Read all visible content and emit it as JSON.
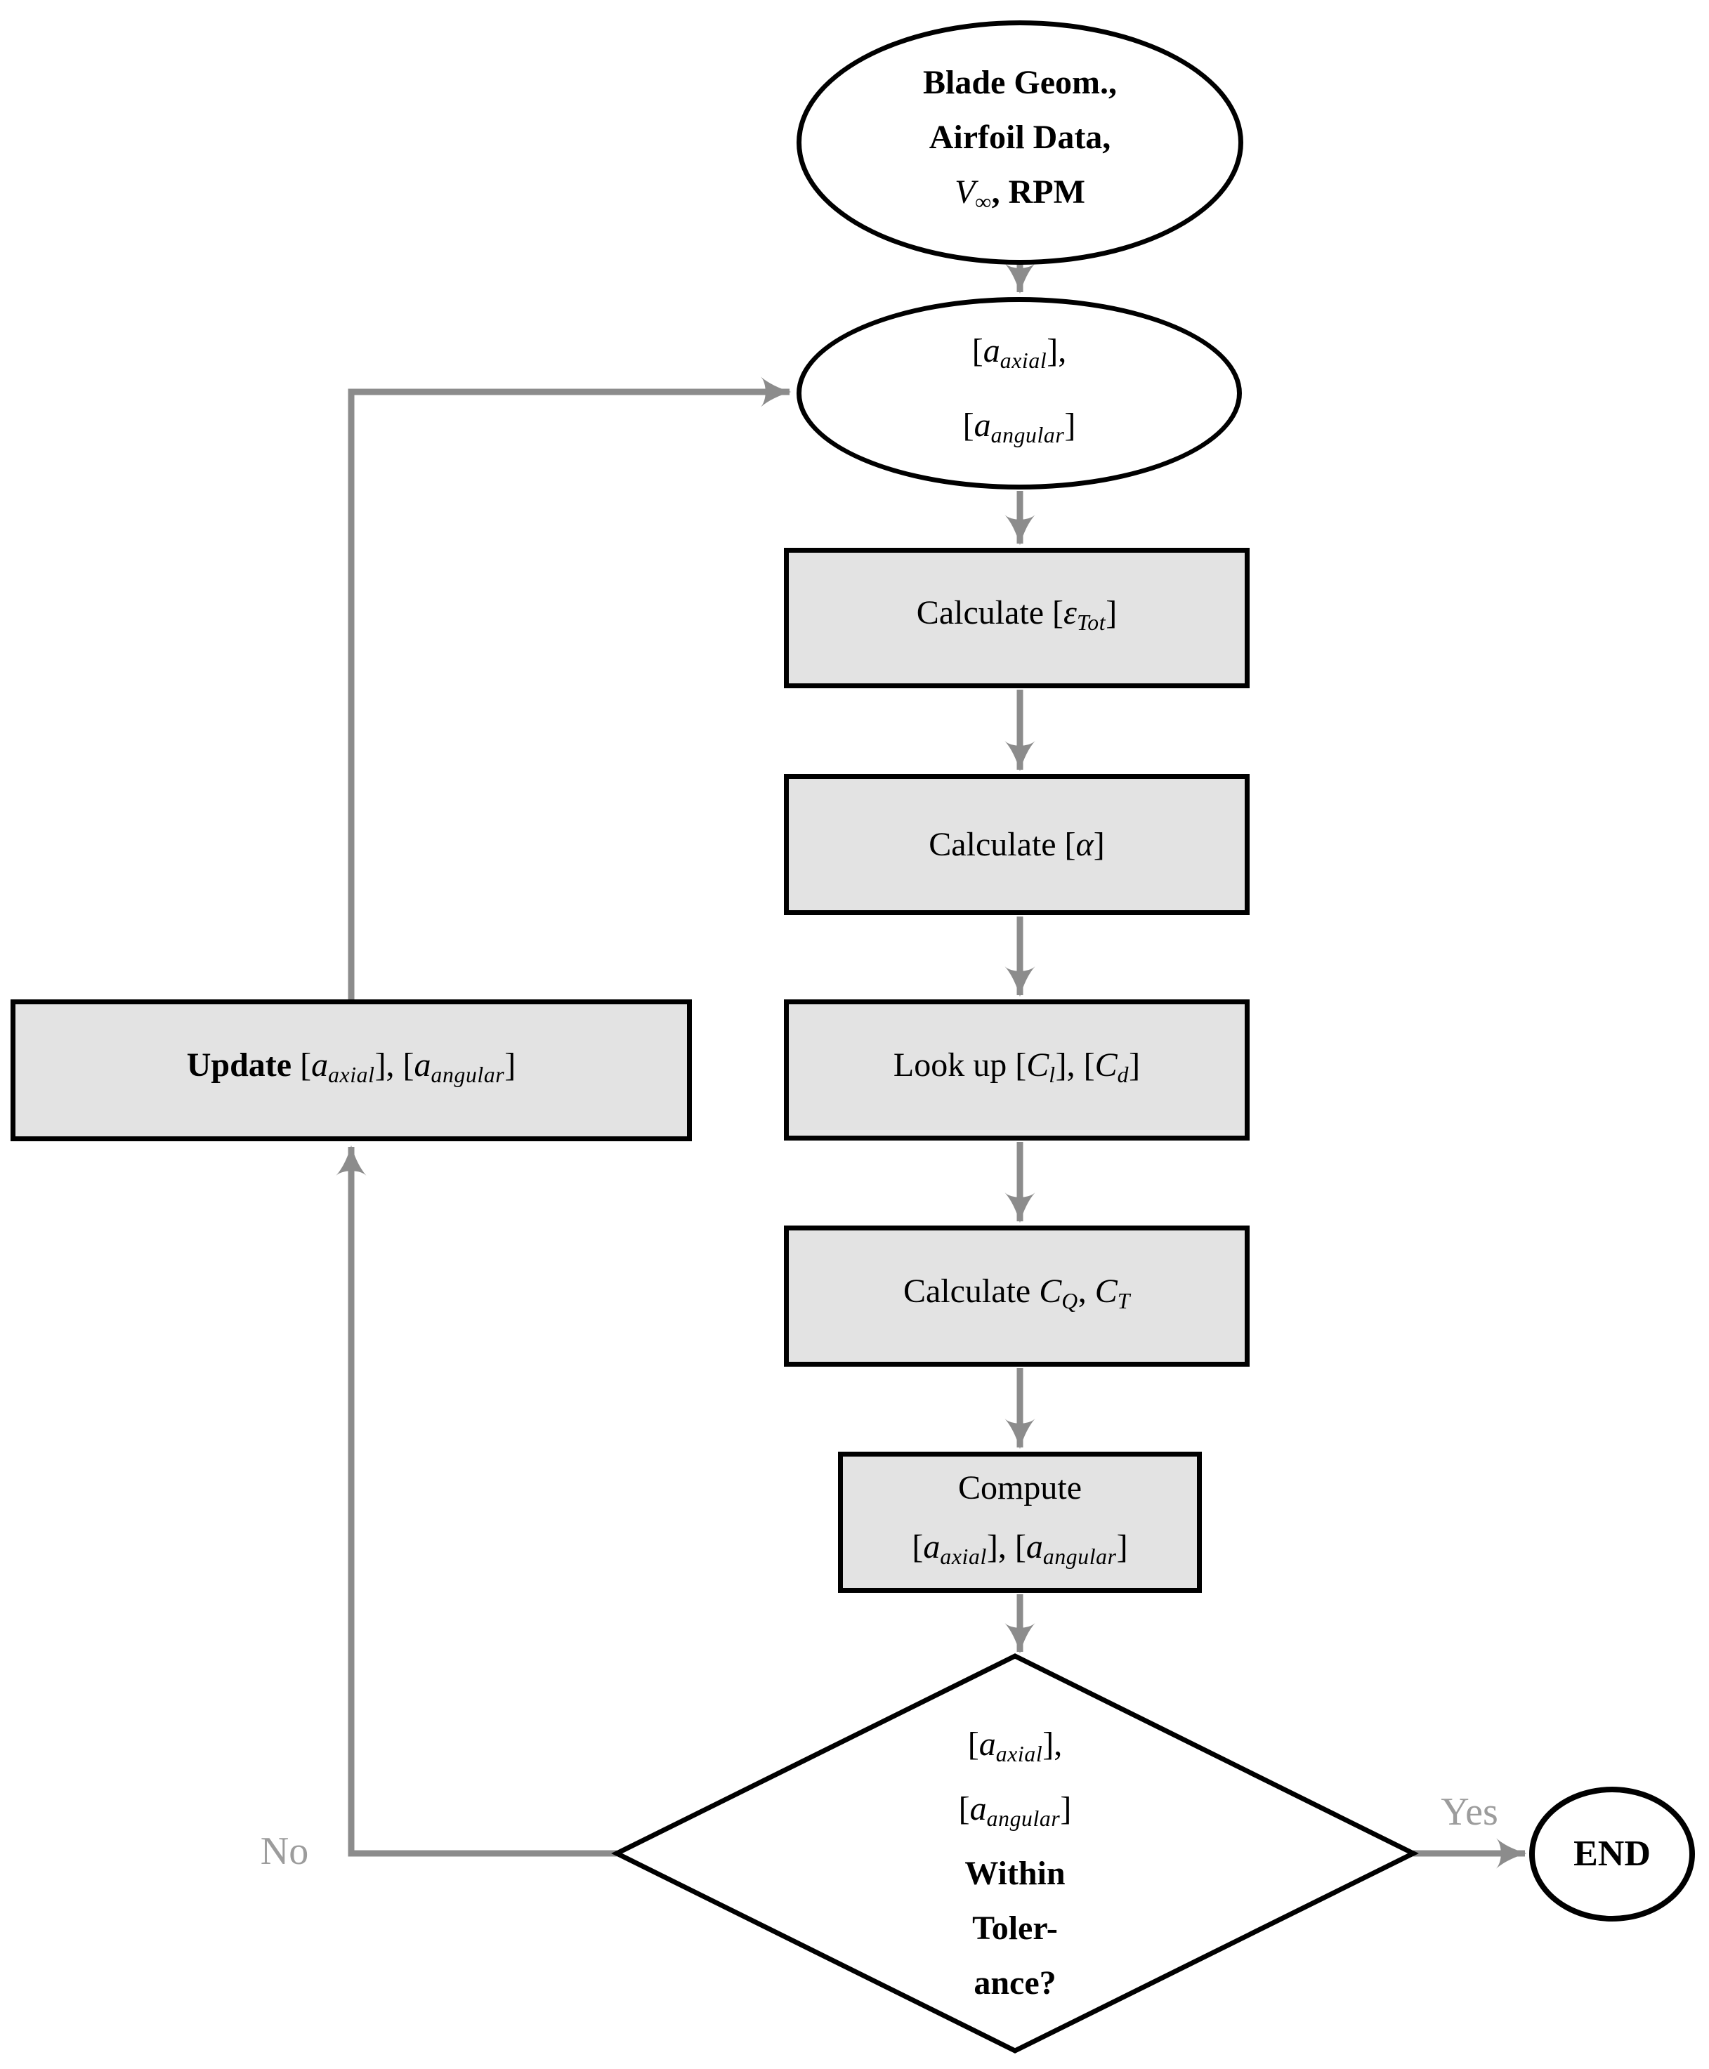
{
  "colors": {
    "box_fill": "#e3e3e3",
    "connector": "#8c8c8c",
    "outline": "#000000",
    "branch_label": "#9c9c9c",
    "background": "#ffffff",
    "text": "#000000"
  },
  "nodes": {
    "start": {
      "type": "ellipse",
      "lines": [
        [
          [
            "b",
            "Blade Geom.,"
          ]
        ],
        [
          [
            "b",
            "Airfoil Data,"
          ]
        ],
        [
          [
            "i",
            "V"
          ],
          [
            "s",
            "∞"
          ],
          [
            "b",
            ", RPM"
          ]
        ]
      ]
    },
    "induction_factors": {
      "type": "ellipse",
      "lines": [
        [
          [
            "n",
            "["
          ],
          [
            "i",
            "a"
          ],
          [
            "s",
            "axial"
          ],
          [
            "n",
            "],"
          ]
        ],
        [
          [
            "n",
            "["
          ],
          [
            "i",
            "a"
          ],
          [
            "s",
            "angular"
          ],
          [
            "n",
            "]"
          ]
        ]
      ]
    },
    "calc_total_inflow": {
      "type": "process",
      "lines": [
        [
          [
            "n",
            "Calculate ["
          ],
          [
            "i",
            "ε"
          ],
          [
            "s",
            "Tot"
          ],
          [
            "n",
            "]"
          ]
        ]
      ]
    },
    "calc_alpha": {
      "type": "process",
      "lines": [
        [
          [
            "n",
            "Calculate ["
          ],
          [
            "i",
            "α"
          ],
          [
            "n",
            "]"
          ]
        ]
      ]
    },
    "lookup_coefficients": {
      "type": "process",
      "lines": [
        [
          [
            "n",
            "Look up ["
          ],
          [
            "i",
            "C"
          ],
          [
            "s",
            "l"
          ],
          [
            "n",
            "], ["
          ],
          [
            "i",
            "C"
          ],
          [
            "s",
            "d"
          ],
          [
            "n",
            "]"
          ]
        ]
      ]
    },
    "calc_cq_ct": {
      "type": "process",
      "lines": [
        [
          [
            "n",
            "Calculate "
          ],
          [
            "i",
            "C"
          ],
          [
            "s",
            "Q"
          ],
          [
            "n",
            ", "
          ],
          [
            "i",
            "C"
          ],
          [
            "s",
            "T"
          ]
        ]
      ]
    },
    "compute_factors": {
      "type": "process",
      "lines": [
        [
          [
            "n",
            "Compute"
          ]
        ],
        [
          [
            "n",
            "["
          ],
          [
            "i",
            "a"
          ],
          [
            "s",
            "axial"
          ],
          [
            "n",
            "], ["
          ],
          [
            "i",
            "a"
          ],
          [
            "s",
            "angular"
          ],
          [
            "n",
            "]"
          ]
        ]
      ]
    },
    "tolerance_check": {
      "type": "decision",
      "lines": [
        [
          [
            "n",
            "["
          ],
          [
            "i",
            "a"
          ],
          [
            "s",
            "axial"
          ],
          [
            "n",
            "],"
          ]
        ],
        [
          [
            "n",
            "["
          ],
          [
            "i",
            "a"
          ],
          [
            "s",
            "angular"
          ],
          [
            "n",
            "]"
          ]
        ],
        [
          [
            "b",
            "Within"
          ]
        ],
        [
          [
            "b",
            "Toler-"
          ]
        ],
        [
          [
            "b",
            "ance?"
          ]
        ]
      ]
    },
    "update_factors": {
      "type": "process",
      "lines": [
        [
          [
            "b",
            "Update "
          ],
          [
            "n",
            "["
          ],
          [
            "i",
            "a"
          ],
          [
            "s",
            "axial"
          ],
          [
            "n",
            "], ["
          ],
          [
            "i",
            "a"
          ],
          [
            "s",
            "angular"
          ],
          [
            "n",
            "]"
          ]
        ]
      ]
    },
    "end": {
      "type": "terminator",
      "label": "END"
    }
  },
  "edges": {
    "yes_label": "Yes",
    "no_label": "No"
  }
}
